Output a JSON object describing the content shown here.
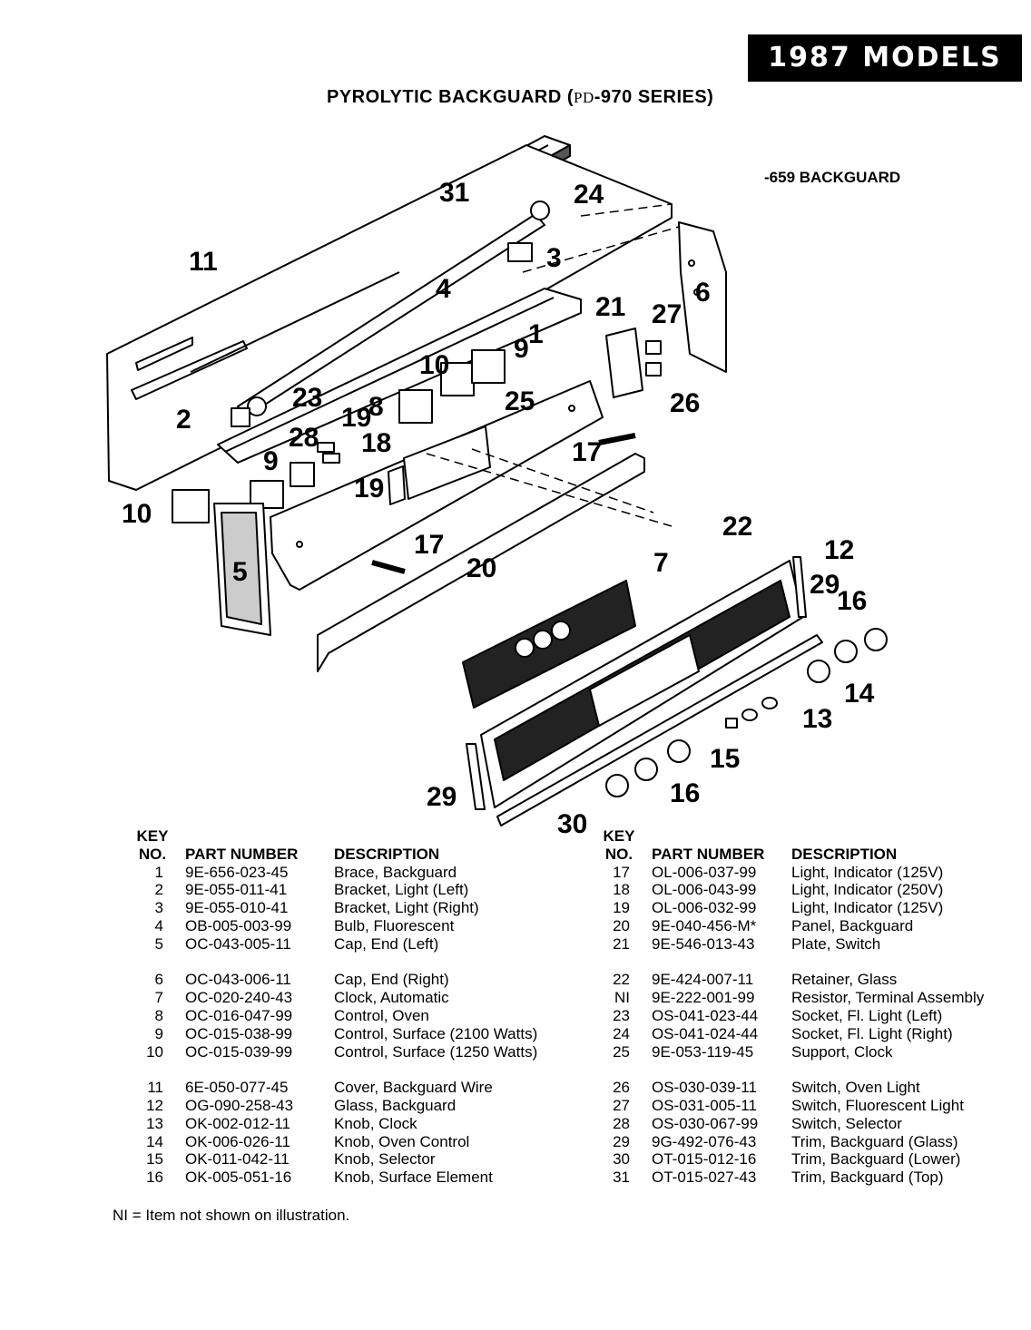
{
  "header": {
    "badge": "1987 MODELS",
    "title_prefix": "PYROLYTIC BACKGUARD (",
    "title_series": "PD",
    "title_suffix": "-970 SERIES)",
    "subtitle": "-659 BACKGUARD"
  },
  "diagram": {
    "callouts": [
      "31",
      "24",
      "11",
      "3",
      "4",
      "6",
      "21",
      "27",
      "1",
      "9",
      "10",
      "23",
      "25",
      "26",
      "8",
      "2",
      "19",
      "18",
      "17",
      "28",
      "9",
      "19",
      "10",
      "17",
      "5",
      "20",
      "22",
      "12",
      "29",
      "7",
      "16",
      "14",
      "13",
      "15",
      "16",
      "29",
      "30"
    ]
  },
  "table": {
    "key_header_1": "KEY",
    "key_header_2": "NO.",
    "part_header": "PART NUMBER",
    "desc_header": "DESCRIPTION",
    "left": [
      {
        "key": "1",
        "part": "9E-656-023-45",
        "desc": "Brace, Backguard"
      },
      {
        "key": "2",
        "part": "9E-055-011-41",
        "desc": "Bracket, Light (Left)"
      },
      {
        "key": "3",
        "part": "9E-055-010-41",
        "desc": "Bracket, Light (Right)"
      },
      {
        "key": "4",
        "part": "OB-005-003-99",
        "desc": "Bulb, Fluorescent"
      },
      {
        "key": "5",
        "part": "OC-043-005-11",
        "desc": "Cap, End (Left)"
      },
      {
        "key": "6",
        "part": "OC-043-006-11",
        "desc": "Cap, End (Right)"
      },
      {
        "key": "7",
        "part": "OC-020-240-43",
        "desc": "Clock, Automatic"
      },
      {
        "key": "8",
        "part": "OC-016-047-99",
        "desc": "Control, Oven"
      },
      {
        "key": "9",
        "part": "OC-015-038-99",
        "desc": "Control, Surface (2100 Watts)"
      },
      {
        "key": "10",
        "part": "OC-015-039-99",
        "desc": "Control, Surface (1250 Watts)"
      },
      {
        "key": "11",
        "part": "6E-050-077-45",
        "desc": "Cover, Backguard Wire"
      },
      {
        "key": "12",
        "part": "OG-090-258-43",
        "desc": "Glass, Backguard"
      },
      {
        "key": "13",
        "part": "OK-002-012-11",
        "desc": "Knob, Clock"
      },
      {
        "key": "14",
        "part": "OK-006-026-11",
        "desc": "Knob, Oven Control"
      },
      {
        "key": "15",
        "part": "OK-011-042-11",
        "desc": "Knob, Selector"
      },
      {
        "key": "16",
        "part": "OK-005-051-16",
        "desc": "Knob, Surface Element"
      }
    ],
    "right": [
      {
        "key": "17",
        "part": "OL-006-037-99",
        "desc": "Light, Indicator (125V)"
      },
      {
        "key": "18",
        "part": "OL-006-043-99",
        "desc": "Light, Indicator (250V)"
      },
      {
        "key": "19",
        "part": "OL-006-032-99",
        "desc": "Light, Indicator (125V)"
      },
      {
        "key": "20",
        "part": "9E-040-456-M*",
        "desc": "Panel, Backguard"
      },
      {
        "key": "21",
        "part": "9E-546-013-43",
        "desc": "Plate, Switch"
      },
      {
        "key": "22",
        "part": "9E-424-007-11",
        "desc": "Retainer, Glass"
      },
      {
        "key": "NI",
        "part": "9E-222-001-99",
        "desc": "Resistor, Terminal Assembly"
      },
      {
        "key": "23",
        "part": "OS-041-023-44",
        "desc": "Socket, Fl. Light (Left)"
      },
      {
        "key": "24",
        "part": "OS-041-024-44",
        "desc": "Socket, Fl. Light (Right)"
      },
      {
        "key": "25",
        "part": "9E-053-119-45",
        "desc": "Support, Clock"
      },
      {
        "key": "26",
        "part": "OS-030-039-11",
        "desc": "Switch, Oven Light"
      },
      {
        "key": "27",
        "part": "OS-031-005-11",
        "desc": "Switch, Fluorescent Light"
      },
      {
        "key": "28",
        "part": "OS-030-067-99",
        "desc": "Switch, Selector"
      },
      {
        "key": "29",
        "part": "9G-492-076-43",
        "desc": "Trim, Backguard (Glass)"
      },
      {
        "key": "30",
        "part": "OT-015-012-16",
        "desc": "Trim, Backguard (Lower)"
      },
      {
        "key": "31",
        "part": "OT-015-027-43",
        "desc": "Trim, Backguard (Top)"
      }
    ]
  },
  "footnote": "NI = Item not shown on illustration."
}
